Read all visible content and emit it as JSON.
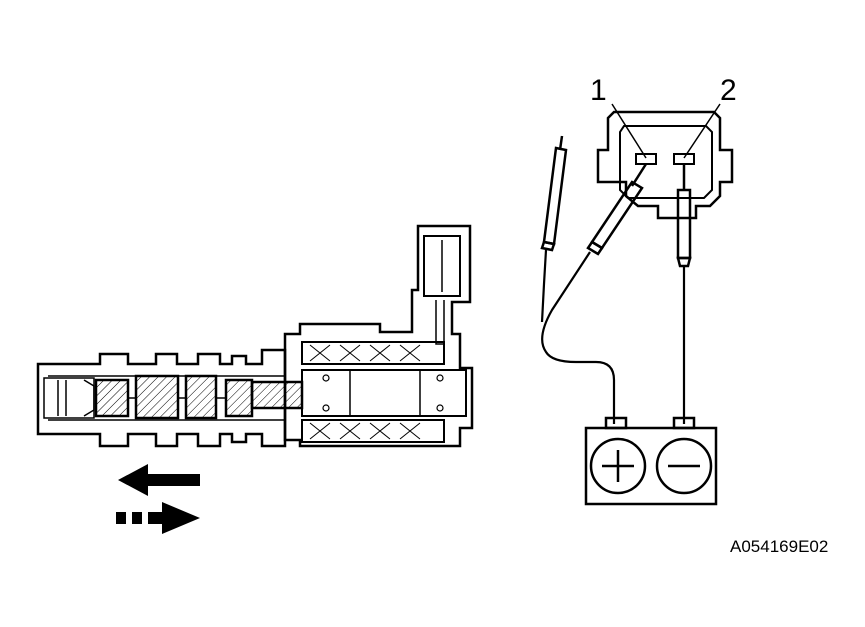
{
  "labels": {
    "pin_1": "1",
    "pin_2": "2",
    "figure_code": "A054169E02"
  },
  "battery": {
    "positive_symbol": "+",
    "negative_symbol": "−"
  },
  "colors": {
    "line": "#000000",
    "background": "#ffffff"
  },
  "icons": {
    "arrow_solid": "arrow-left-icon",
    "arrow_dashed": "arrow-right-dashed-icon"
  }
}
